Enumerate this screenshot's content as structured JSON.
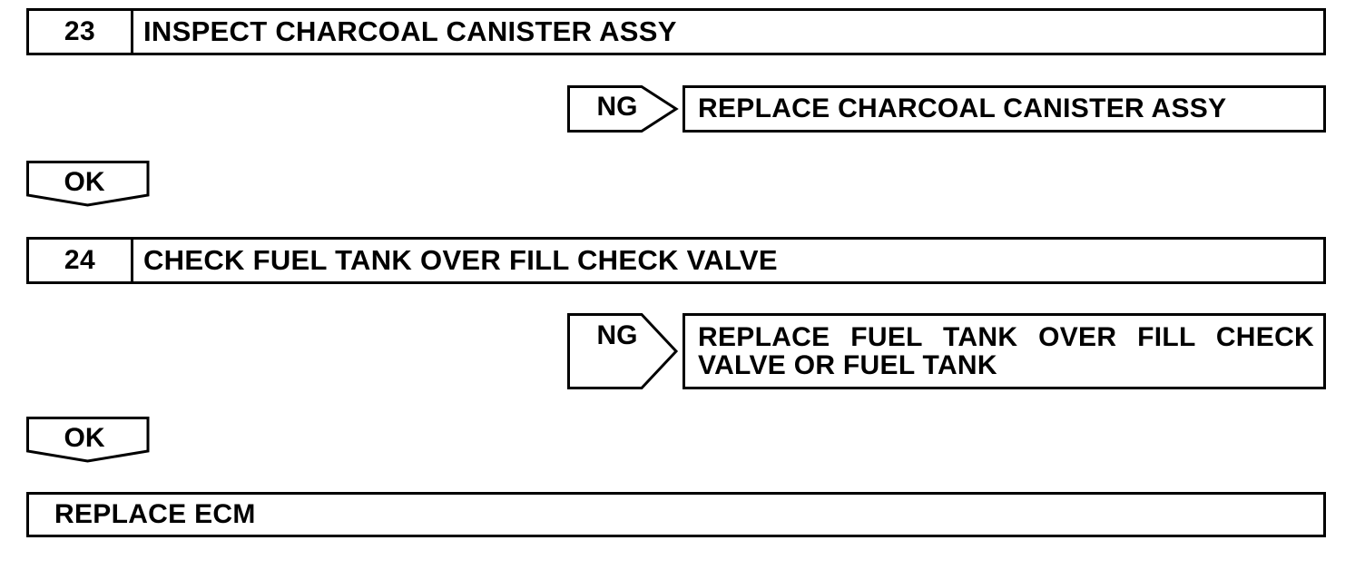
{
  "steps": [
    {
      "number": "23",
      "title": "INSPECT CHARCOAL CANISTER ASSY",
      "ng_label": "NG",
      "ng_action": "REPLACE CHARCOAL CANISTER ASSY",
      "ok_label": "OK"
    },
    {
      "number": "24",
      "title": "CHECK FUEL TANK OVER FILL CHECK VALVE",
      "ng_label": "NG",
      "ng_action_lines": [
        "REPLACE FUEL TANK OVER FILL CHECK",
        "VALVE OR FUEL TANK"
      ],
      "ok_label": "OK"
    }
  ],
  "final_action": "REPLACE ECM"
}
